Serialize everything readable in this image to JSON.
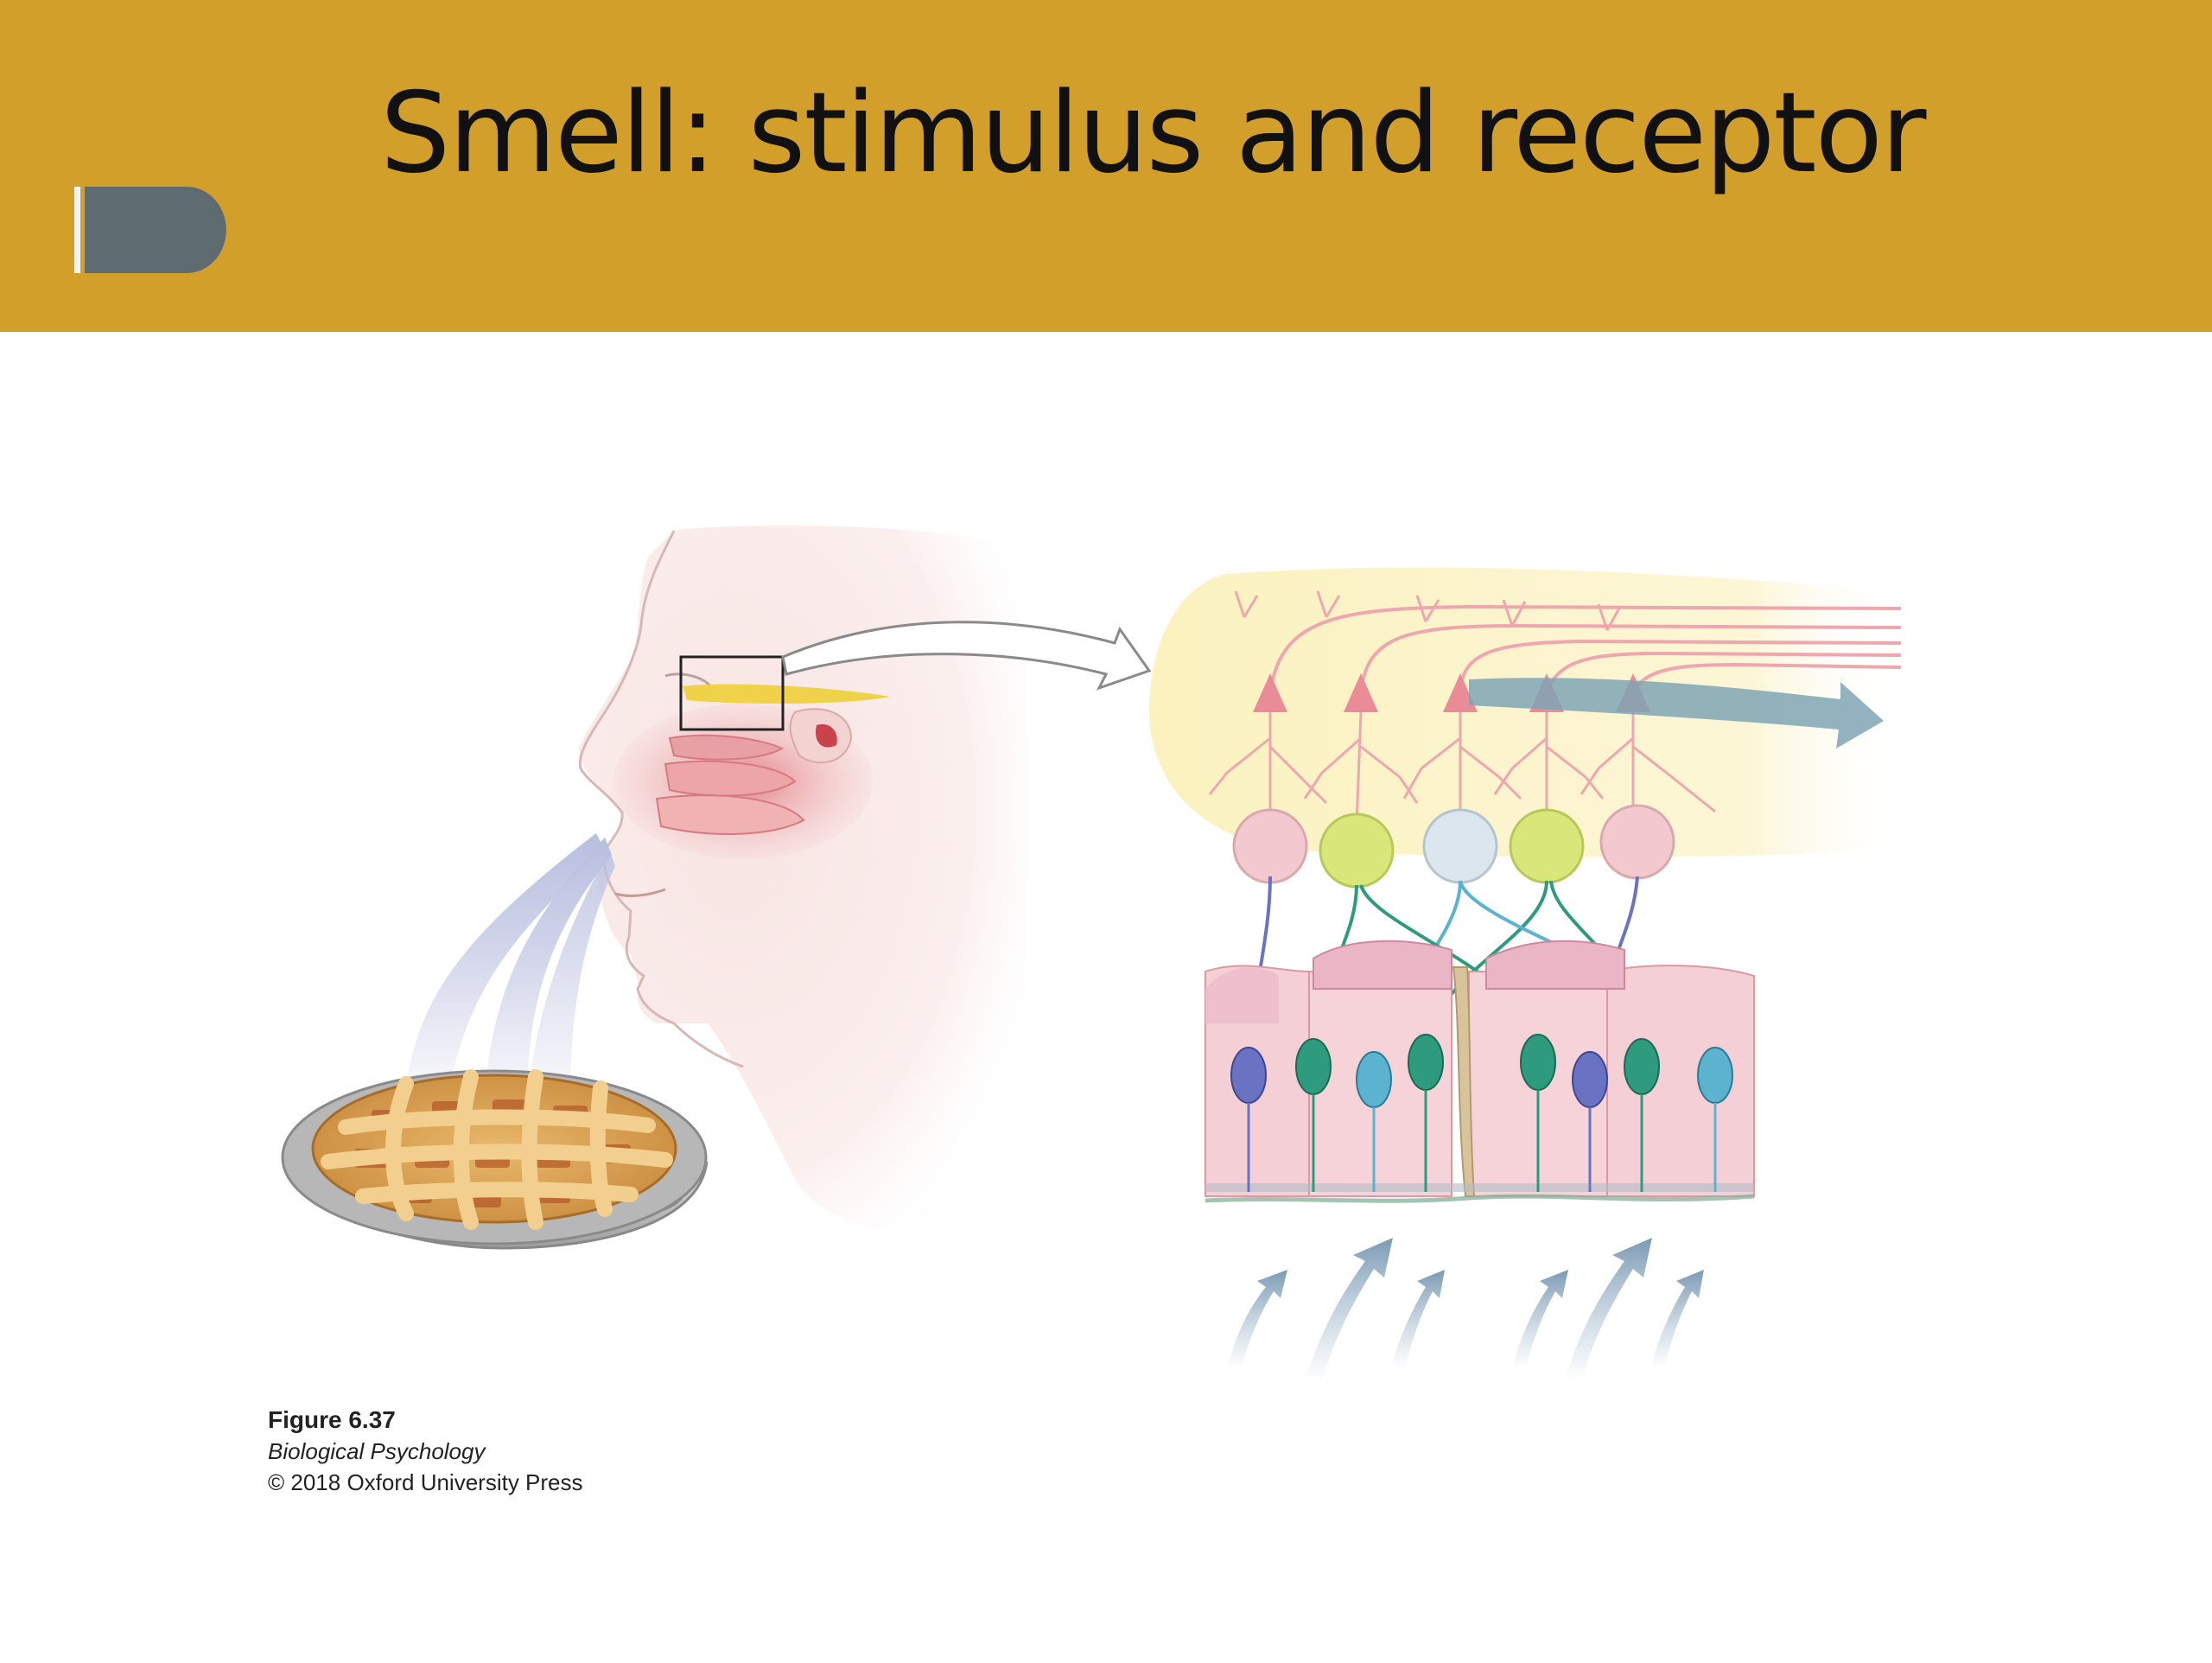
{
  "slide": {
    "title": "Smell: stimulus and receptor",
    "header_color": "#D19F2A",
    "tab_marker_color": "#5E6B70"
  },
  "figure": {
    "number": "Figure 6.37",
    "book": "Biological Psychology",
    "copyright": "© 2018 Oxford University Press"
  },
  "illustration": {
    "panels": [
      "head-profile",
      "pie",
      "olfactory-epithelium"
    ],
    "receptor_colors": [
      "#6A72C4",
      "#2E9A7E",
      "#5BB3D0",
      "#2E9A7E",
      "#2E9A7E",
      "#6A72C4",
      "#2E9A7E",
      "#5BB3D0"
    ],
    "glomerulus_colors": [
      "#F3C9CF",
      "#D9E77A",
      "#DCE6EE",
      "#D9E77A",
      "#F3C9CF"
    ]
  }
}
